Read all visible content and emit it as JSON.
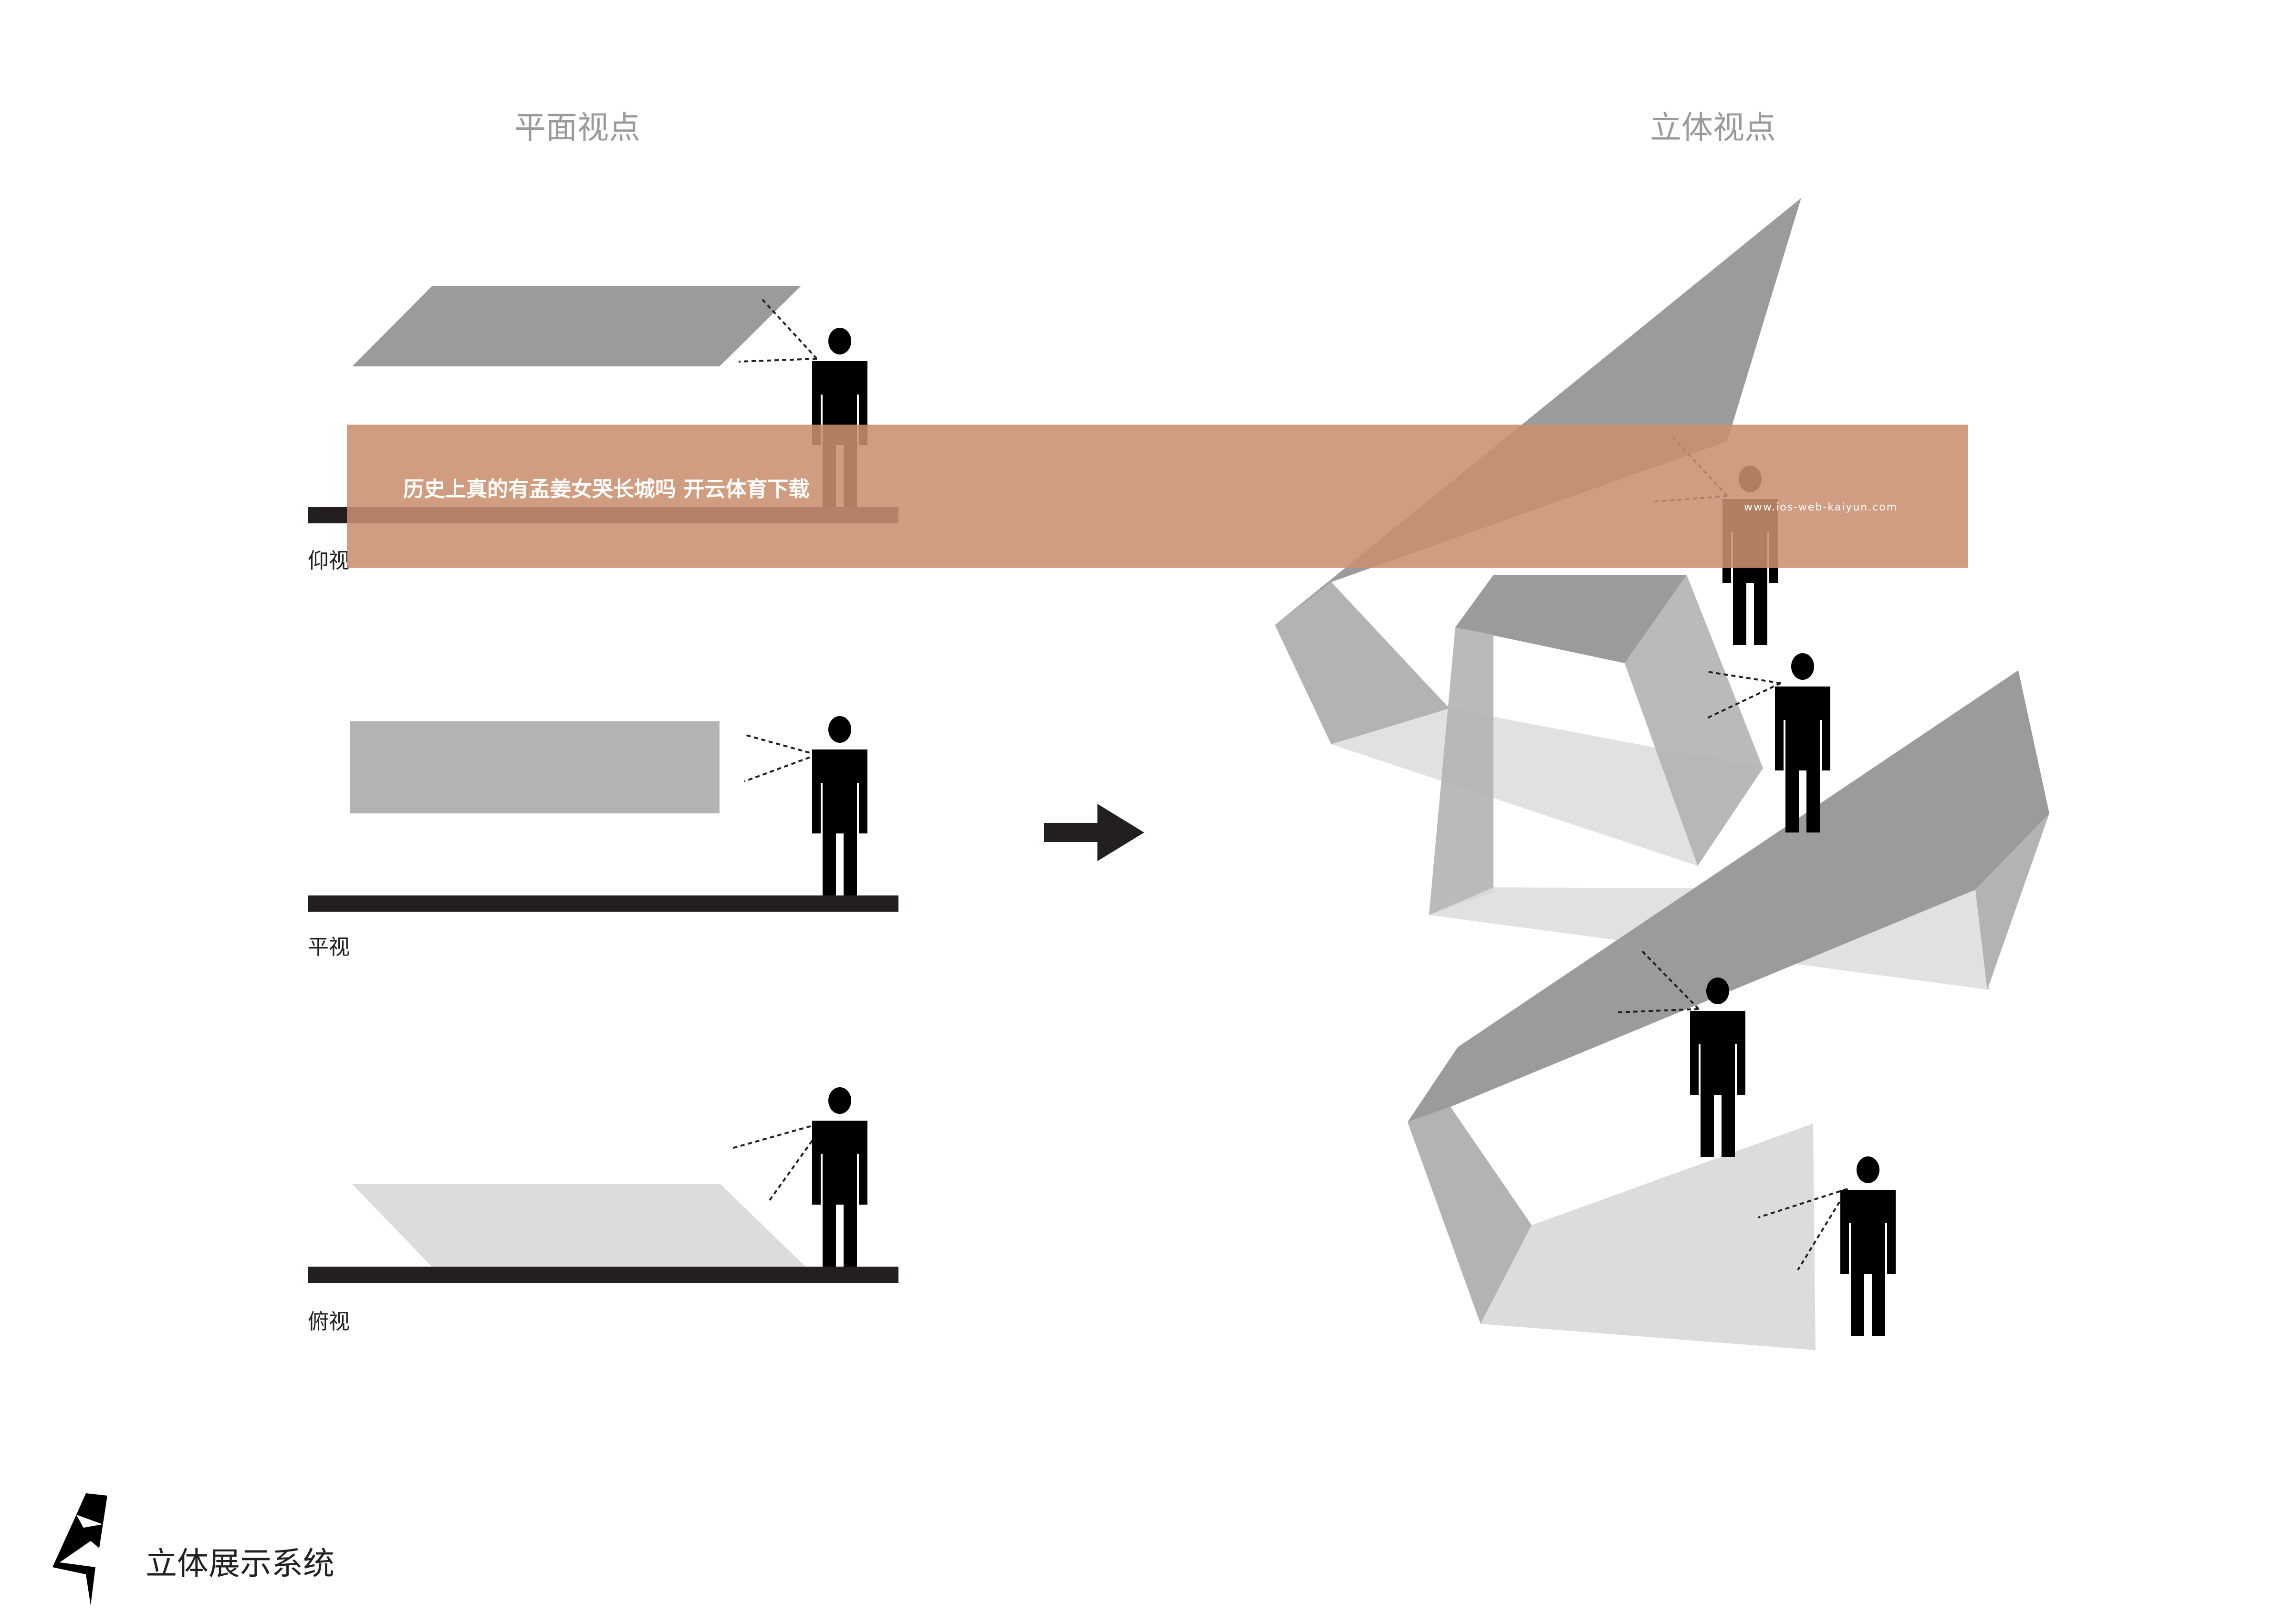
{
  "headings": {
    "planar": "平面视点",
    "stereo": "立体视点"
  },
  "view_labels": {
    "up": "仰视",
    "level": "平视",
    "down": "俯视"
  },
  "footer": {
    "title": "立体展示系统"
  },
  "banner": {
    "text": "历史上真的有孟姜女哭长城吗  开云体育下载",
    "url": "www.ios-web-kaiyun.com"
  },
  "colors": {
    "panel_dark": "#9b9b9b",
    "panel_mid": "#b3b3b3",
    "panel_light": "#dcdcdc",
    "floor": "#231f20",
    "banner": "#c99070",
    "heading": "#9a9a9a"
  },
  "icons": [
    "person-icon",
    "arrow-right-icon",
    "logo-icon"
  ]
}
